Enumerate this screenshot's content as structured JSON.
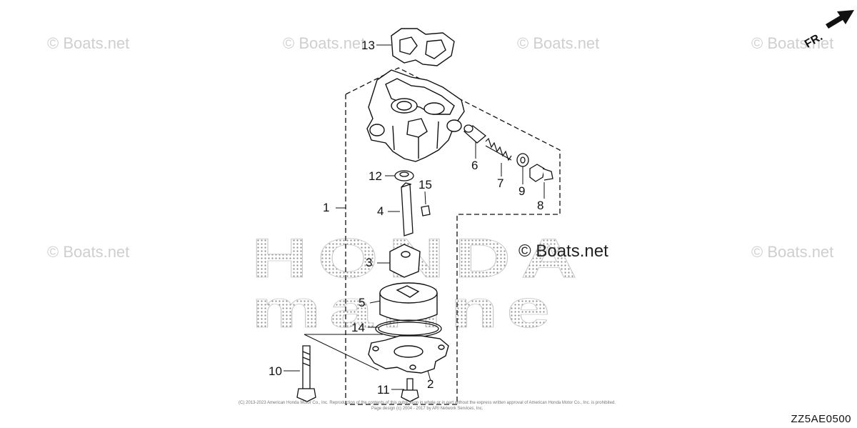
{
  "watermark": {
    "text": "© Boats.net",
    "prominent_text": "© Boats.net",
    "color": "#cfcfcf"
  },
  "brand_watermark": {
    "line1": "HONDA",
    "line2": "marine",
    "color": "#bdbdbd"
  },
  "direction_label": "FR.",
  "diagram_code": "ZZ5AE0500",
  "copyright_lines": [
    "(C) 2013-2023 American Honda Motor Co., Inc. Reproduction of the contents of this publication in whole or in part without the express written approval of American Honda Motor Co., Inc. is prohibited.",
    "Page design (c) 2004 - 2017 by ARI Network Services, Inc."
  ],
  "callouts": {
    "c1": "1",
    "c2": "2",
    "c3": "3",
    "c4": "4",
    "c5": "5",
    "c6": "6",
    "c7": "7",
    "c8": "8",
    "c9": "9",
    "c10": "10",
    "c11": "11",
    "c12": "12",
    "c13": "13",
    "c14": "14",
    "c15": "15"
  },
  "colors": {
    "line": "#111111",
    "part_fill": "#ffffff",
    "dot_pattern": "#9a9a9a"
  }
}
